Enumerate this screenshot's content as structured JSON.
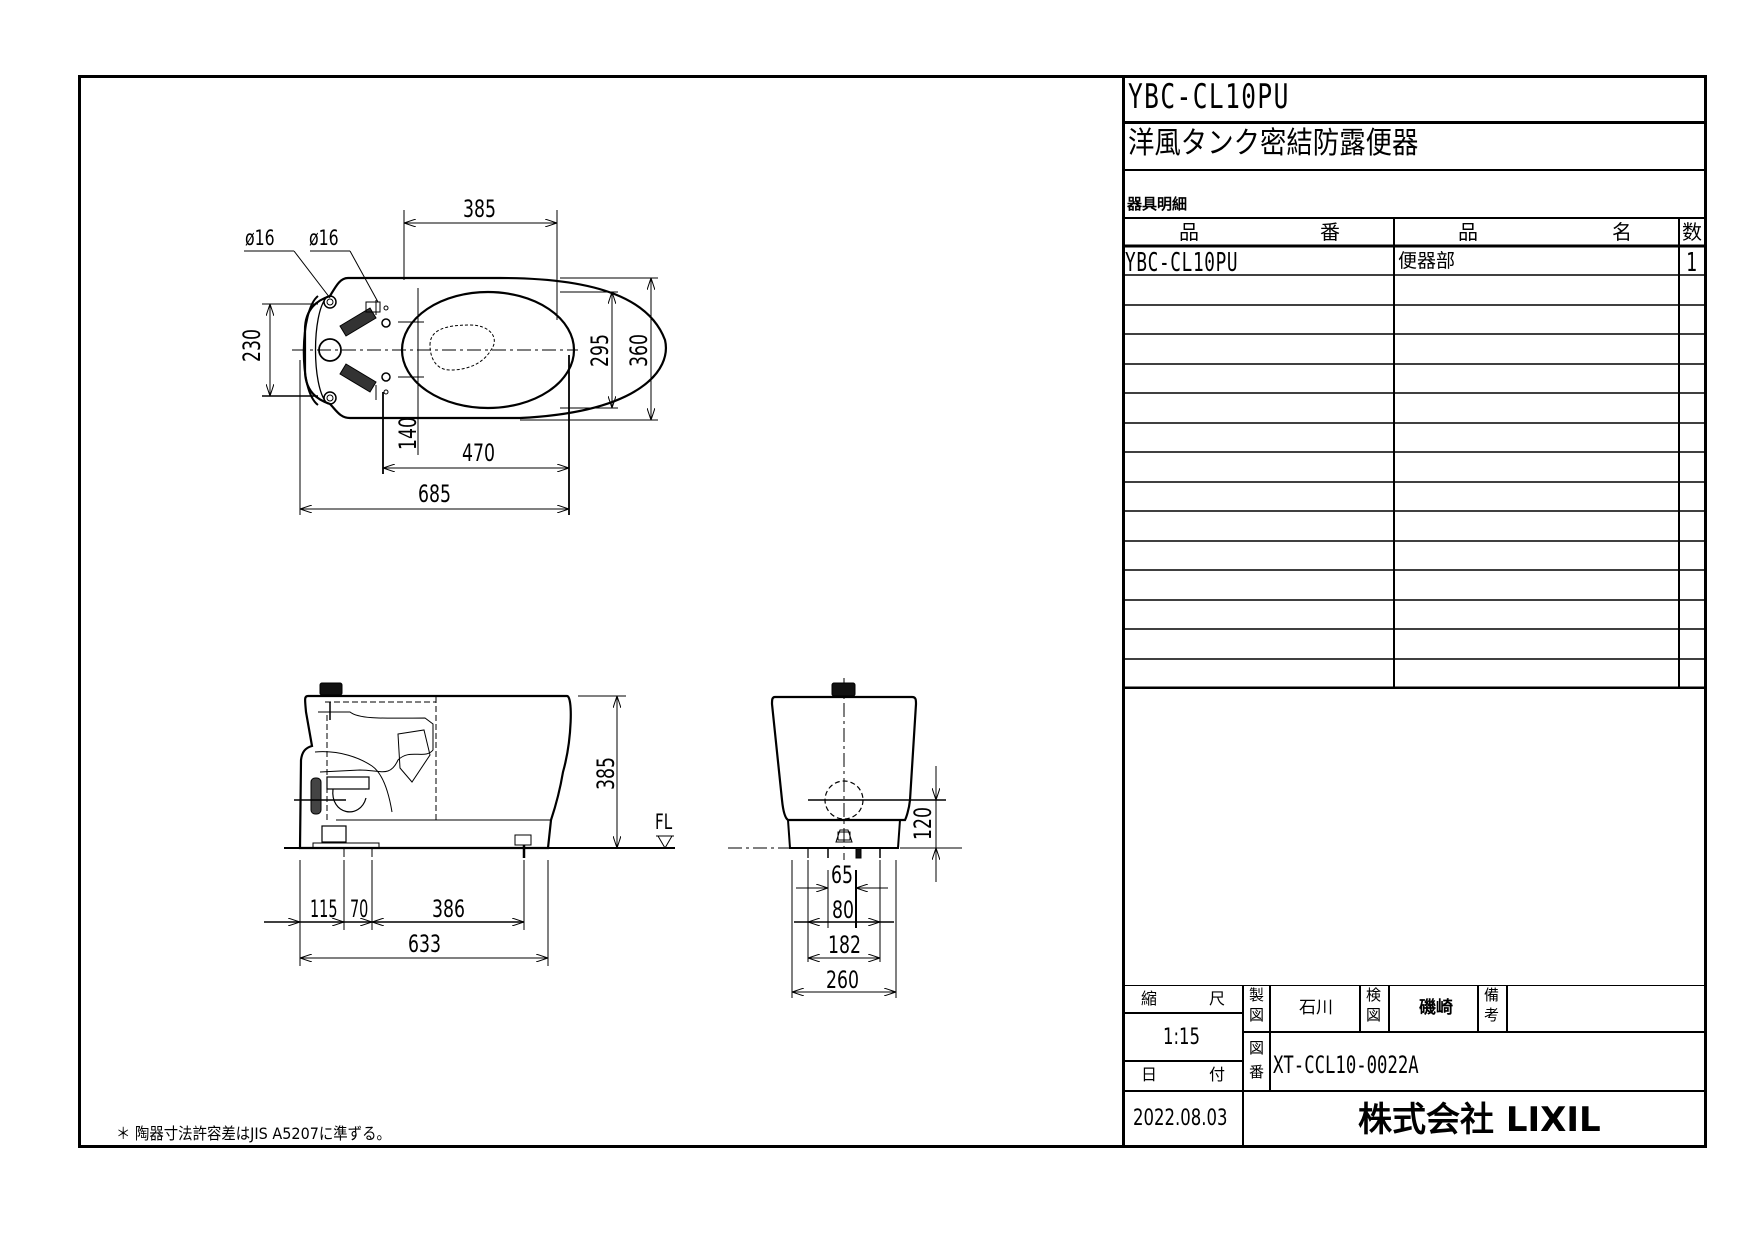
{
  "title_block": {
    "model_number": "YBC-CL10PU",
    "product_name": "洋風タンク密結防露便器",
    "parts_section_label": "器具明細",
    "parts_table": {
      "headers": {
        "part_number_1": "品",
        "part_number_2": "番",
        "part_name_1": "品",
        "part_name_2": "名",
        "quantity": "数"
      },
      "rows": [
        {
          "part_number": "YBC-CL10PU",
          "part_name": "便器部",
          "quantity": "1"
        },
        {
          "part_number": "",
          "part_name": "",
          "quantity": ""
        },
        {
          "part_number": "",
          "part_name": "",
          "quantity": ""
        },
        {
          "part_number": "",
          "part_name": "",
          "quantity": ""
        },
        {
          "part_number": "",
          "part_name": "",
          "quantity": ""
        },
        {
          "part_number": "",
          "part_name": "",
          "quantity": ""
        },
        {
          "part_number": "",
          "part_name": "",
          "quantity": ""
        },
        {
          "part_number": "",
          "part_name": "",
          "quantity": ""
        },
        {
          "part_number": "",
          "part_name": "",
          "quantity": ""
        },
        {
          "part_number": "",
          "part_name": "",
          "quantity": ""
        },
        {
          "part_number": "",
          "part_name": "",
          "quantity": ""
        },
        {
          "part_number": "",
          "part_name": "",
          "quantity": ""
        },
        {
          "part_number": "",
          "part_name": "",
          "quantity": ""
        },
        {
          "part_number": "",
          "part_name": "",
          "quantity": ""
        },
        {
          "part_number": "",
          "part_name": "",
          "quantity": ""
        }
      ]
    },
    "scale_label_1": "縮",
    "scale_label_2": "尺",
    "scale_value": "1:15",
    "date_label_1": "日",
    "date_label_2": "付",
    "date_value": "2022.08.03",
    "drafted_label_1": "製",
    "drafted_label_2": "図",
    "drafted_by": "石川",
    "checked_label_1": "検",
    "checked_label_2": "図",
    "checked_by": "磯崎",
    "remarks_label_1": "備",
    "remarks_label_2": "考",
    "remarks_value": "",
    "drawing_no_label_1": "図",
    "drawing_no_label_2": "番",
    "drawing_number": "XT-CCL10-0022A",
    "company": "株式会社 LIXIL"
  },
  "drawing": {
    "top_view": {
      "diameter_left": "ø16",
      "diameter_right": "ø16",
      "dim_385_top": "385",
      "dim_230": "230",
      "dim_295": "295",
      "dim_360": "360",
      "dim_140": "140",
      "dim_470": "470",
      "dim_685": "685"
    },
    "side_view": {
      "dim_385_height": "385",
      "floor_label": "FL",
      "dim_115": "115",
      "dim_70": "70",
      "dim_386": "386",
      "dim_633": "633"
    },
    "front_view": {
      "dim_120": "120",
      "dim_65": "65",
      "dim_80": "80",
      "dim_182": "182",
      "dim_260": "260"
    }
  },
  "footnote": "＊ 陶器寸法許容差はJIS A5207に準ずる。"
}
